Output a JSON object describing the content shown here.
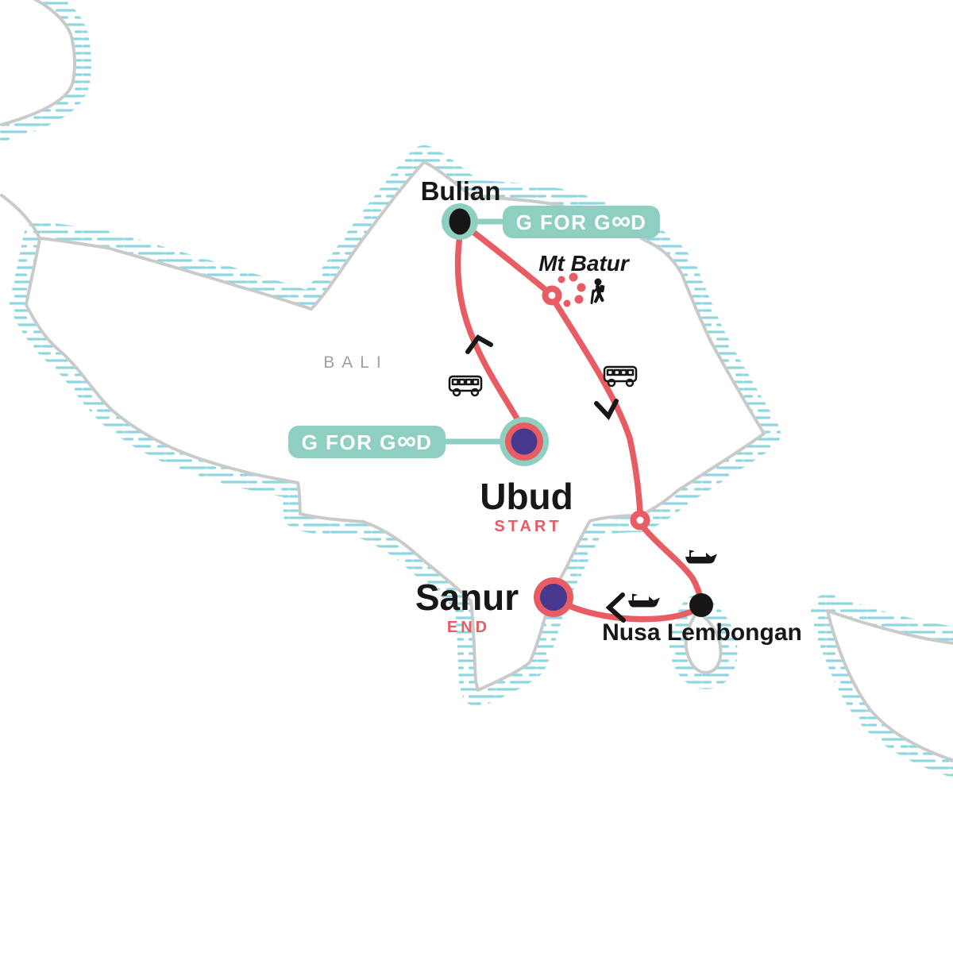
{
  "map": {
    "title": "Bali tour itinerary map",
    "region_label": "BALI",
    "badge": {
      "label": "G FOR GOOD",
      "display_p1": "G FOR G",
      "display_p2": "∞",
      "display_p3": "D"
    },
    "places": {
      "bulian": {
        "name": "Bulian",
        "marker": "black-dot-teal-ring"
      },
      "mt_batur": {
        "name": "Mt Batur",
        "marker": "route-waypoint",
        "activity_icon": "hiker"
      },
      "ubud": {
        "name": "Ubud",
        "status": "START",
        "marker": "teal-red-purple-bullseye"
      },
      "sanur": {
        "name": "Sanur",
        "status": "END",
        "marker": "red-purple-bullseye"
      },
      "nusa_lembongan": {
        "name": "Nusa Lembongan",
        "marker": "black-dot"
      }
    },
    "route": {
      "start": "Ubud",
      "end": "Sanur",
      "transport_icons": [
        "bus",
        "bus",
        "boat",
        "boat",
        "hiker"
      ],
      "color": "#e85c63"
    },
    "colors": {
      "route_coral": "#e85c63",
      "brand_teal": "#8ecfc2",
      "marker_purple": "#47388d",
      "coastline_gray": "#c9cbcb",
      "water_hatch_teal": "#8fd7e0",
      "label_black": "#171717",
      "region_gray": "#9ea2a4"
    }
  }
}
